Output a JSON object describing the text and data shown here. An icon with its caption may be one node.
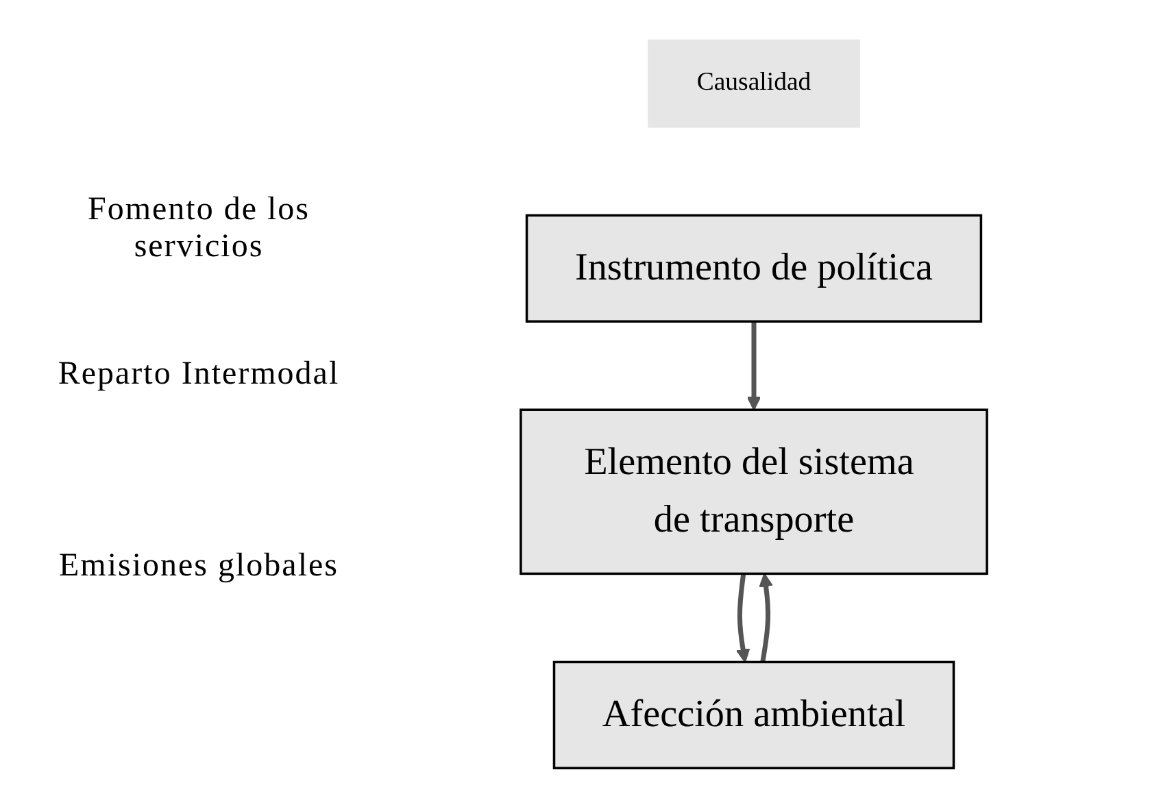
{
  "diagram": {
    "nodes": [
      {
        "text": [
          "Causalidad"
        ]
      },
      {
        "text": [
          "Instrumento de política"
        ]
      },
      {
        "text": [
          "Elemento del sistema de transporte"
        ]
      },
      {
        "text": [
          "Afección ambiental"
        ]
      }
    ],
    "edges": [
      {
        "from": 1,
        "to": 2,
        "arrow": "to"
      },
      {
        "from": 2,
        "to": 3,
        "arrow": "to"
      },
      {
        "from": 3,
        "to": 2,
        "arrow": "to"
      }
    ],
    "labels": [
      "Fomento de los servicios",
      "Reparto Intermodal",
      "Emisiones globales"
    ]
  }
}
